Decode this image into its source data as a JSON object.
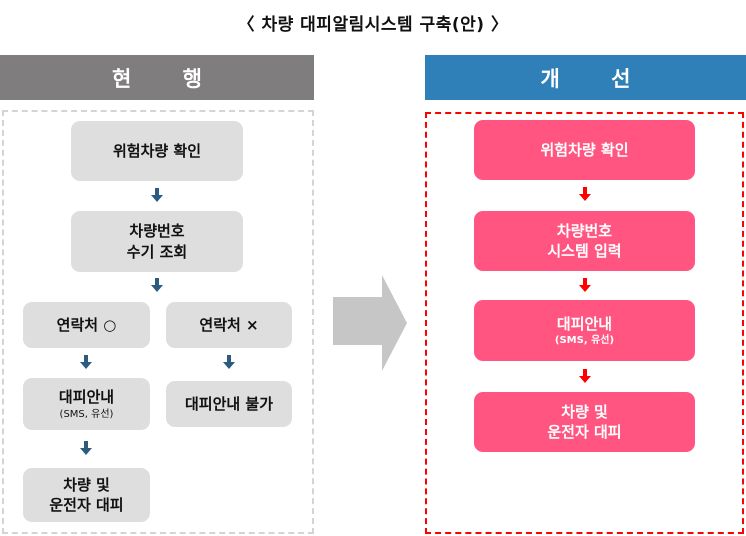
{
  "title": "〈 차량 대피알림시스템 구축(안) 〉",
  "colors": {
    "current_header": "#7f7d7d",
    "improved_header": "#2f7fb8",
    "current_box": "#dedede",
    "improved_box": "#ff5580",
    "current_arrow": "#2c5b82",
    "improved_arrow": "#ff0000",
    "transition_arrow": "#c6c6c6"
  },
  "current": {
    "header": "현 행",
    "steps": {
      "check": "위험차량 확인",
      "lookup_line1": "차량번호",
      "lookup_line2": "수기 조회",
      "contact_yes": "연락처 ○",
      "contact_no": "연락처 ×",
      "notify_line1": "대피안내",
      "notify_line2": "(SMS, 유선)",
      "notify_unavailable": "대피안내 불가",
      "evacuate_line1": "차량 및",
      "evacuate_line2": "운전자 대피"
    }
  },
  "improved": {
    "header": "개 선",
    "steps": {
      "check": "위험차량 확인",
      "input_line1": "차량번호",
      "input_line2": "시스템 입력",
      "notify_line1": "대피안내",
      "notify_line2": "(SMS, 유선)",
      "evacuate_line1": "차량 및",
      "evacuate_line2": "운전자 대피"
    }
  },
  "icons": {
    "flow_arrow": "arrow-down-icon",
    "transition": "arrow-right-icon"
  }
}
